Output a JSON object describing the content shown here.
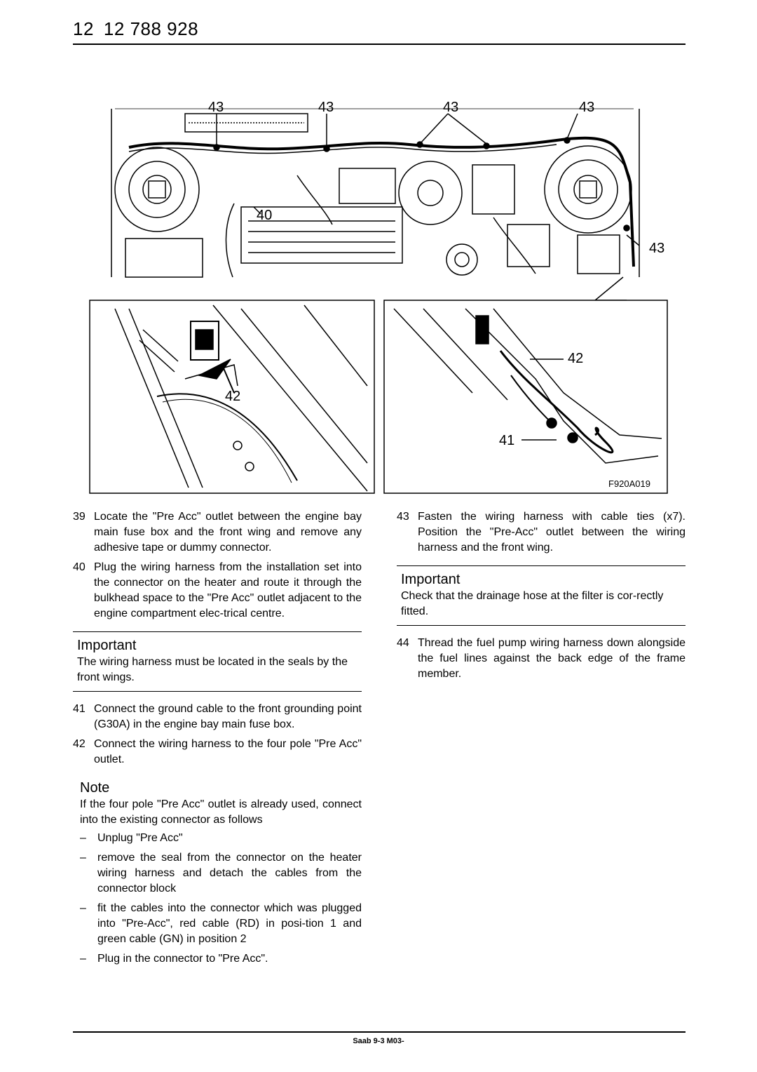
{
  "header": {
    "page_number": "12",
    "doc_number": "12 788 928"
  },
  "figure": {
    "callouts": {
      "top_1": "43",
      "top_2": "43",
      "top_3": "43",
      "top_4": "43",
      "mid_40": "40",
      "right_43": "43",
      "left_42": "42",
      "right_42": "42",
      "right_41": "41"
    },
    "code": "F920A019"
  },
  "left_column": {
    "step_39": {
      "num": "39",
      "text": "Locate the \"Pre Acc\" outlet between the engine bay main fuse box and the front wing and remove any adhesive tape or dummy connector."
    },
    "step_40": {
      "num": "40",
      "text": "Plug the wiring harness from the installation set into the connector on the heater and route it through the bulkhead space to the \"Pre Acc\" outlet adjacent to the engine compartment elec-trical centre."
    },
    "important": {
      "title": "Important",
      "text": "The wiring harness must be located in the seals by the front wings."
    },
    "step_41": {
      "num": "41",
      "text": "Connect the ground cable to the front grounding point (G30A) in the engine bay main fuse box."
    },
    "step_42": {
      "num": "42",
      "text": "Connect the wiring harness to the four pole \"Pre Acc\" outlet."
    },
    "note": {
      "title": "Note",
      "text": "If the four pole \"Pre Acc\" outlet is already used, connect into the existing connector as follows",
      "items": [
        {
          "dash": "–",
          "text": "Unplug \"Pre Acc\""
        },
        {
          "dash": "–",
          "text": "remove the seal from the connector on the heater wiring harness and detach the cables from the connector block"
        },
        {
          "dash": "–",
          "text": "fit the cables into the connector which was plugged into \"Pre-Acc\", red cable (RD) in posi-tion 1 and green cable (GN) in position 2"
        },
        {
          "dash": "–",
          "text": "Plug in the connector to \"Pre Acc\"."
        }
      ]
    }
  },
  "right_column": {
    "step_43": {
      "num": "43",
      "text": "Fasten the wiring harness with cable ties (x7). Position the \"Pre-Acc\" outlet between the wiring harness and the front wing."
    },
    "important": {
      "title": "Important",
      "text": "Check that the drainage hose at the filter is cor-rectly fitted."
    },
    "step_44": {
      "num": "44",
      "text": "Thread the fuel pump wiring harness down alongside the fuel lines against the back edge of the frame member."
    }
  },
  "footer": {
    "text": "Saab 9-3 M03-"
  }
}
